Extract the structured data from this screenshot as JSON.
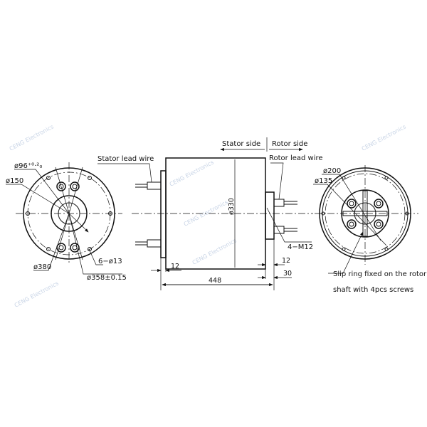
{
  "watermark": "CENG Electronics",
  "left_view": {
    "labels": {
      "bore": "ø96⁺⁰·²₀",
      "inner_dia": "ø150",
      "outer_dia": "ø380",
      "holes": "6−ø13",
      "pcd": "ø358±0.15"
    }
  },
  "side_view": {
    "stator_lead": "Stator lead wire",
    "stator_side": "Stator side",
    "rotor_side": "Rotor side",
    "rotor_lead": "Rotor lead wire",
    "body_dia": "ø330",
    "thread": "4−M12",
    "flange_thk": "12",
    "length": "448",
    "rotor_plate": "12",
    "rotor_ext": "30"
  },
  "right_view": {
    "labels": {
      "outer_dia": "ø200",
      "inner_dia": "ø135",
      "note_line1": "Slip ring fixed on the rotor",
      "note_line2": "shaft with 4pcs screws"
    }
  }
}
